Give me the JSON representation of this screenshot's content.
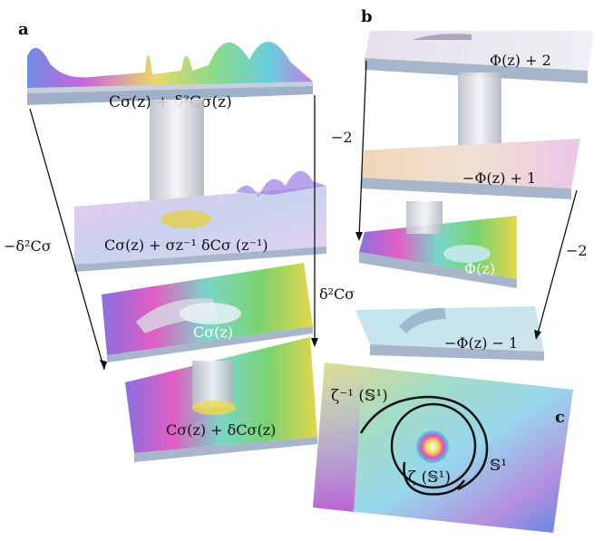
{
  "panels": {
    "a": {
      "label": "a",
      "layers": [
        {
          "formula": "Cσ(z) + δ²Cσ(z)"
        },
        {
          "formula": "Cσ(z) + σz⁻¹ δCσ (z⁻¹)"
        },
        {
          "formula": "Cσ(z)"
        },
        {
          "formula": "Cσ(z) + δCσ(z)"
        }
      ],
      "arrows": [
        {
          "label": "−δ²Cσ"
        },
        {
          "label": "δ²Cσ"
        }
      ]
    },
    "b": {
      "label": "b",
      "layers": [
        {
          "formula": "Φ(z) + 2"
        },
        {
          "formula": "−Φ(z) + 1"
        },
        {
          "formula": "Φ(z)"
        },
        {
          "formula": "−Φ(z) − 1"
        }
      ],
      "arrows": [
        {
          "label": "−2"
        },
        {
          "label": "−2"
        }
      ]
    },
    "c": {
      "label": "c",
      "curves": [
        {
          "label": "ζ⁻¹ (𝕊¹)"
        },
        {
          "label": "𝕊¹"
        },
        {
          "label": "ζ (𝕊¹)"
        }
      ]
    }
  },
  "colors": {
    "domain_magenta": "#d43fd0",
    "domain_yellow": "#e8d63a",
    "domain_green": "#6bd26b",
    "domain_cyan": "#56c8d8",
    "domain_blue": "#4a63d8",
    "slab_side": "#a9b7cc",
    "tube": "#d9dde4",
    "ink": "#111111",
    "formula_white": "#ffffff"
  }
}
